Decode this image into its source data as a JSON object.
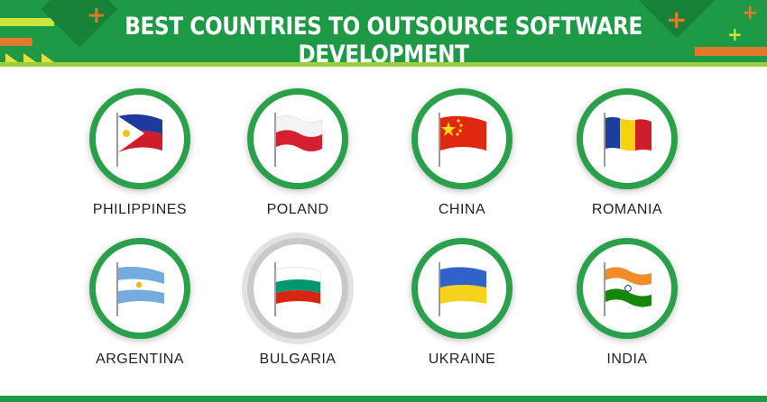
{
  "header": {
    "title": "BEST COUNTRIES TO OUTSOURCE SOFTWARE DEVELOPMENT"
  },
  "colors": {
    "brand_green": "#1e9a47",
    "lime": "#9ccf3c",
    "orange": "#e07a2a",
    "yellow": "#e6e03a"
  },
  "countries": [
    {
      "label": "PHILIPPINES",
      "flag_icon": "philippines-flag-icon"
    },
    {
      "label": "POLAND",
      "flag_icon": "poland-flag-icon"
    },
    {
      "label": "CHINA",
      "flag_icon": "china-flag-icon"
    },
    {
      "label": "ROMANIA",
      "flag_icon": "romania-flag-icon"
    },
    {
      "label": "ARGENTINA",
      "flag_icon": "argentina-flag-icon"
    },
    {
      "label": "BULGARIA",
      "flag_icon": "bulgaria-flag-icon"
    },
    {
      "label": "UKRAINE",
      "flag_icon": "ukraine-flag-icon"
    },
    {
      "label": "INDIA",
      "flag_icon": "india-flag-icon"
    }
  ]
}
